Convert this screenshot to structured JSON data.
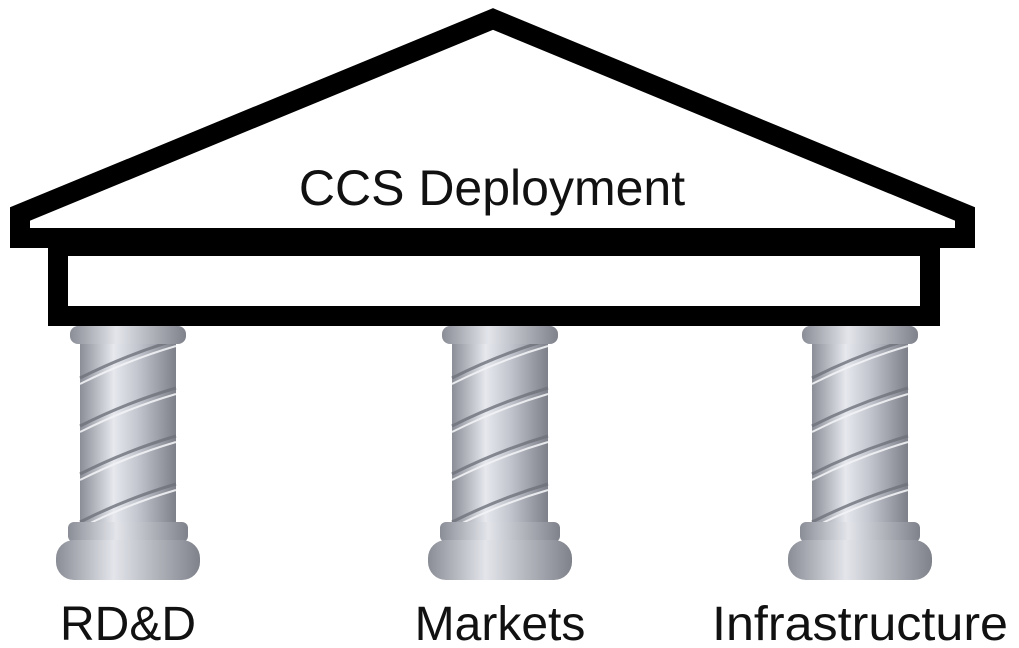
{
  "diagram": {
    "roof_title": "CCS Deployment",
    "pillars": [
      {
        "label": "RD&D"
      },
      {
        "label": "Markets"
      },
      {
        "label": "Infrastructure"
      }
    ]
  },
  "colors": {
    "outline": "#000000",
    "fill": "#ffffff",
    "column_light": "#e2e4ea",
    "column_mid": "#b4b7c0",
    "column_dark": "#7a7d86",
    "text": "#111111"
  }
}
